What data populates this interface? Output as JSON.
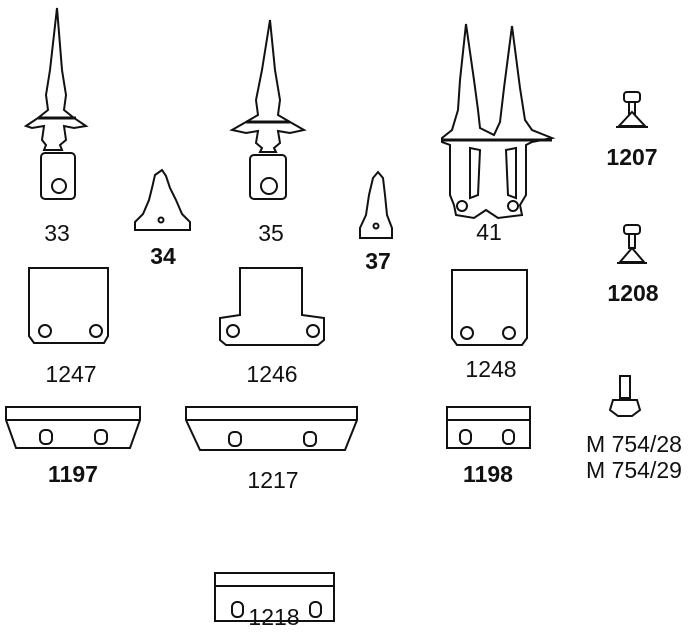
{
  "parts": {
    "p33": "33",
    "p34": "34",
    "p35": "35",
    "p37": "37",
    "p41": "41",
    "p1207": "1207",
    "p1208": "1208",
    "p1247": "1247",
    "p1246": "1246",
    "p1248": "1248",
    "p1197": "1197",
    "p1217": "1217",
    "p1198": "1198",
    "m754_28": "M 754/28",
    "m754_29": "M 754/29",
    "p1218": "1218"
  }
}
